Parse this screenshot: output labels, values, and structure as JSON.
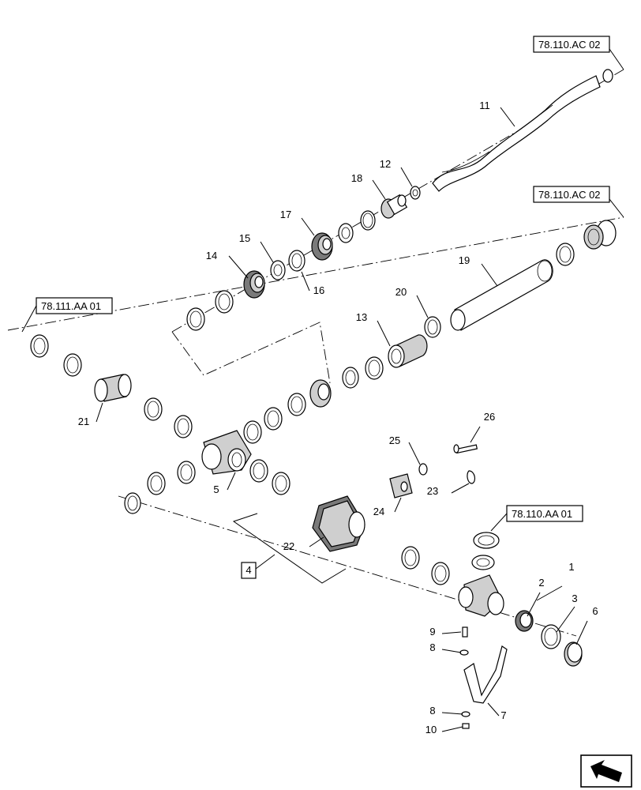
{
  "references": [
    {
      "id": "ref-ac02-top",
      "text": "78.110.AC 02"
    },
    {
      "id": "ref-ac02-mid",
      "text": "78.110.AC 02"
    },
    {
      "id": "ref-aa01-left",
      "text": "78.111.AA 01"
    },
    {
      "id": "ref-aa01-right",
      "text": "78.110.AA 01"
    }
  ],
  "callouts": [
    "1",
    "2",
    "3",
    "4",
    "5",
    "6",
    "7",
    "8",
    "8",
    "9",
    "10",
    "11",
    "12",
    "13",
    "14",
    "15",
    "16",
    "17",
    "18",
    "19",
    "20",
    "21",
    "22",
    "23",
    "24",
    "25",
    "26"
  ],
  "icons": {
    "corner": "navigation-arrow-icon"
  }
}
